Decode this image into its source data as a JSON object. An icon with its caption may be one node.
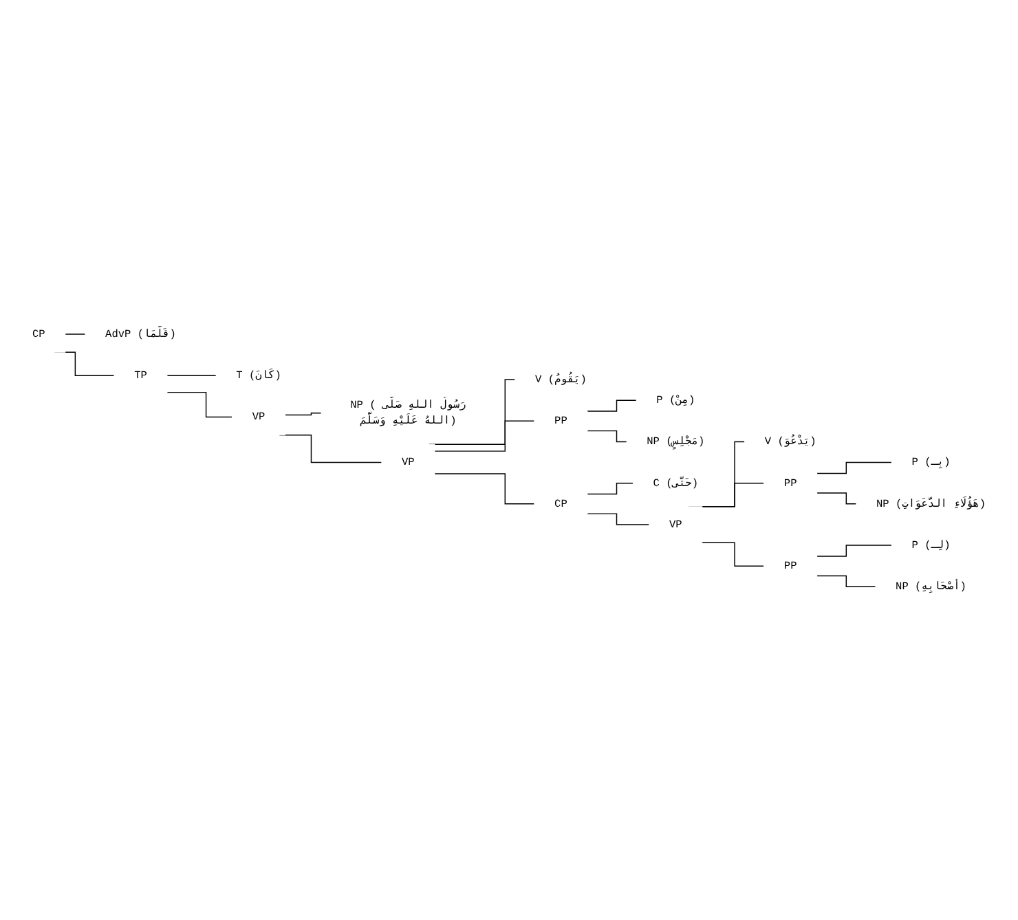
{
  "diagram": {
    "nodes": [
      {
        "text": [
          "CP"
        ]
      },
      {
        "text": [
          "AdvP (قَلَّمَا)"
        ]
      },
      {
        "text": [
          "TP"
        ]
      },
      {
        "text": [
          "T (كَانَ)"
        ]
      },
      {
        "text": [
          "VP"
        ]
      },
      {
        "text": [
          "NP (رَسُولُ اللهِ صَلَّى اللهُ عَلَيْهِ وَسَلَّمَ)"
        ]
      },
      {
        "text": [
          "VP"
        ]
      },
      {
        "text": [
          "V (يَقُومُ)"
        ]
      },
      {
        "text": [
          "PP"
        ]
      },
      {
        "text": [
          "P (مِنْ)"
        ]
      },
      {
        "text": [
          "NP (مَجْلِسٍ)"
        ]
      },
      {
        "text": [
          "CP"
        ]
      },
      {
        "text": [
          "C (حَتَّى)"
        ]
      },
      {
        "text": [
          "VP"
        ]
      },
      {
        "text": [
          "V (يَدْعُوَ)"
        ]
      },
      {
        "text": [
          "PP"
        ]
      },
      {
        "text": [
          "P (بِـ)"
        ]
      },
      {
        "text": [
          "NP (هَؤُلَاءِ الدَّعَوَاتِ)"
        ]
      },
      {
        "text": [
          "PP"
        ]
      },
      {
        "text": [
          "P (لِـ)"
        ]
      },
      {
        "text": [
          "NP (أَصْحَابِهِ)"
        ]
      }
    ],
    "edges": [
      {
        "from": 0,
        "to": 1,
        "arrow": "none"
      },
      {
        "from": 0,
        "to": 2,
        "arrow": "none"
      },
      {
        "from": 2,
        "to": 3,
        "arrow": "none"
      },
      {
        "from": 2,
        "to": 4,
        "arrow": "none"
      },
      {
        "from": 4,
        "to": 5,
        "arrow": "none"
      },
      {
        "from": 4,
        "to": 6,
        "arrow": "none"
      },
      {
        "from": 6,
        "to": 7,
        "arrow": "none"
      },
      {
        "from": 6,
        "to": 8,
        "arrow": "none"
      },
      {
        "from": 8,
        "to": 9,
        "arrow": "none"
      },
      {
        "from": 8,
        "to": 10,
        "arrow": "none"
      },
      {
        "from": 6,
        "to": 11,
        "arrow": "none"
      },
      {
        "from": 11,
        "to": 12,
        "arrow": "none"
      },
      {
        "from": 11,
        "to": 13,
        "arrow": "none"
      },
      {
        "from": 13,
        "to": 14,
        "arrow": "none"
      },
      {
        "from": 13,
        "to": 15,
        "arrow": "none"
      },
      {
        "from": 15,
        "to": 16,
        "arrow": "none"
      },
      {
        "from": 15,
        "to": 17,
        "arrow": "none"
      },
      {
        "from": 13,
        "to": 18,
        "arrow": "none"
      },
      {
        "from": 18,
        "to": 19,
        "arrow": "none"
      },
      {
        "from": 18,
        "to": 20,
        "arrow": "none"
      }
    ]
  }
}
